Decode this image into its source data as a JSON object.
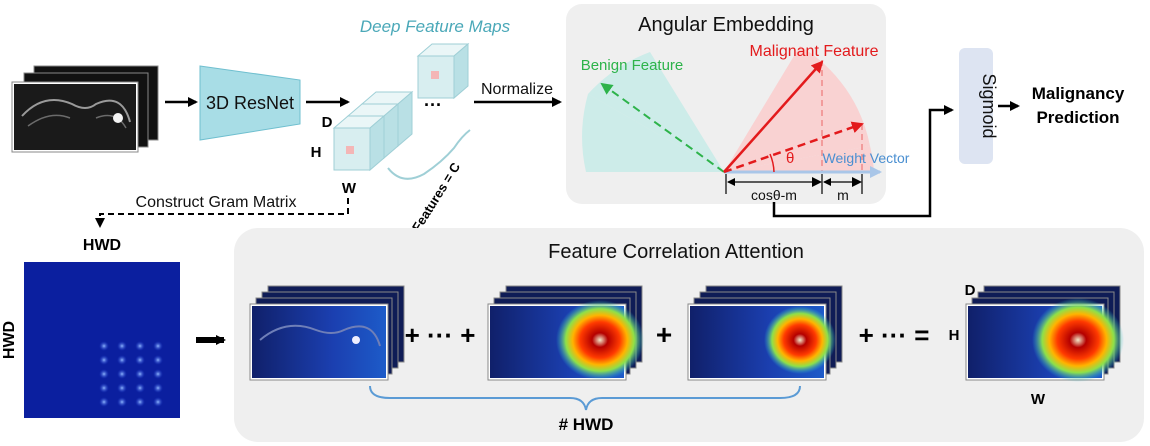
{
  "labels": {
    "deep_feature_maps": "Deep Feature Maps",
    "resnet": "3D ResNet",
    "dim_d": "D",
    "dim_h": "H",
    "dim_w": "W",
    "ellipsis": "···",
    "num_features": "# Features = C",
    "normalize": "Normalize",
    "angular_embedding": "Angular Embedding",
    "benign_feature": "Benign Feature",
    "malignant_feature": "Malignant Feature",
    "theta": "θ",
    "weight_vector": "Weight Vector",
    "cos_theta_m": "cosθ-m",
    "m": "m",
    "sigmoid": "Sigmoid",
    "malignancy_line1": "Malignancy",
    "malignancy_line2": "Prediction",
    "construct_gram": "Construct Gram Matrix",
    "hwd_top": "HWD",
    "hwd_side": "HWD",
    "feature_correlation_attention": "Feature Correlation Attention",
    "plus_ellipsis_plus": "+ ··· +",
    "plus": "+",
    "plus_ellipsis_equals": "+ ··· =",
    "out_d": "D",
    "out_h": "H",
    "out_w": "W",
    "num_hwd": "# HWD"
  },
  "colors": {
    "resnet_fill": "#a8dde6",
    "cube_fill": "#d8eef0",
    "panel_fill": "#efefef",
    "benign": "#2db34a",
    "malignant": "#e31a1c",
    "weight_vector": "#4a8fd1",
    "sigmoid_fill": "#dde4f2",
    "gram_fill": "#0b1f9f",
    "brace": "#5b9bd5"
  },
  "icons": [
    "mri-stack-icon",
    "feature-cube-icon",
    "gram-matrix-icon",
    "heatmap-stack-icon",
    "arrow-icon"
  ]
}
